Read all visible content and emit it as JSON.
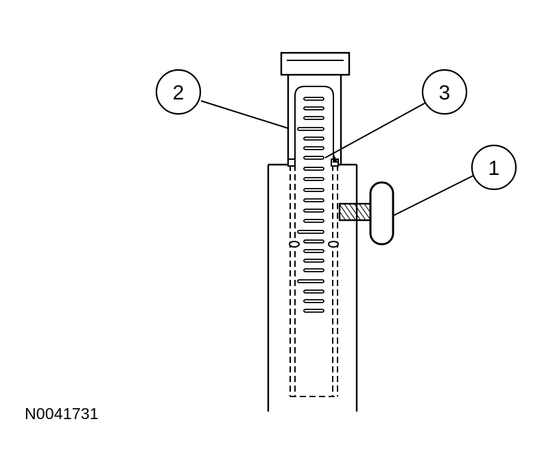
{
  "figure": {
    "reference_code": "N0041731",
    "callouts": [
      {
        "id": "callout-1",
        "label": "1"
      },
      {
        "id": "callout-2",
        "label": "2"
      },
      {
        "id": "callout-3",
        "label": "3"
      }
    ],
    "colors": {
      "line": "#000000",
      "background": "#ffffff"
    }
  }
}
